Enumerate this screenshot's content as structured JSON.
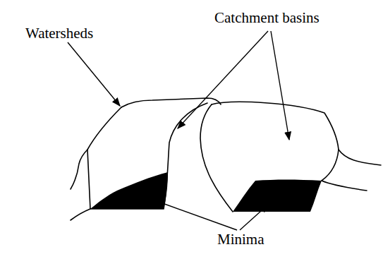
{
  "diagram": {
    "labels": [
      "Watersheds",
      "Catchment basins",
      "Minima"
    ]
  }
}
